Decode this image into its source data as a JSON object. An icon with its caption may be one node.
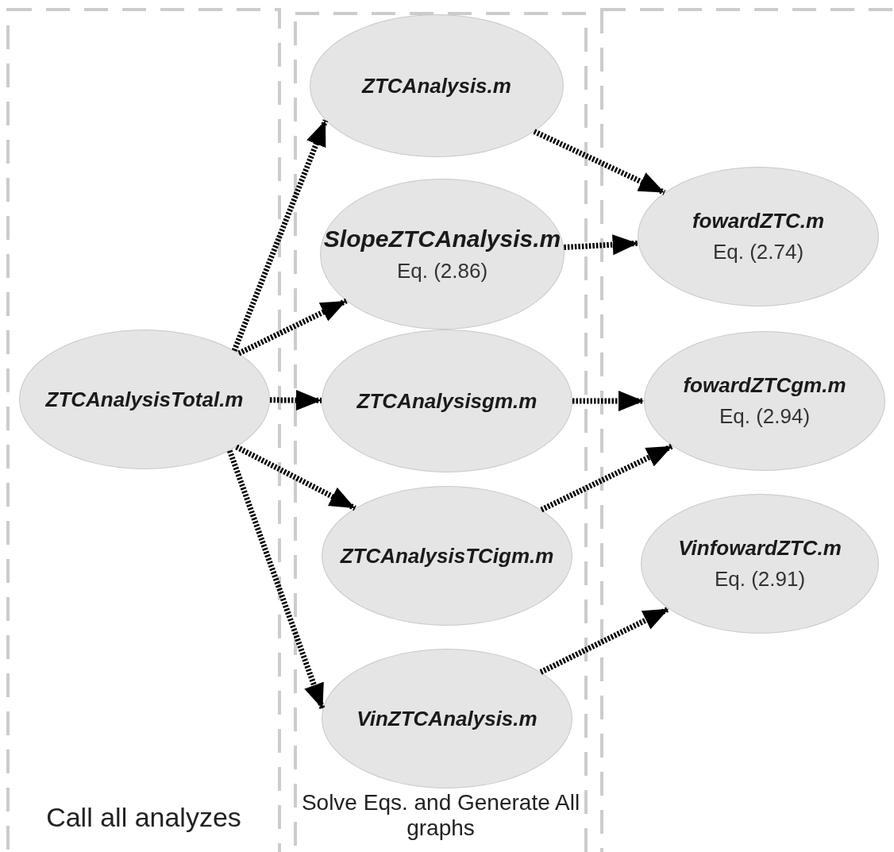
{
  "diagram": {
    "nodes": [
      {
        "text": [
          "Call all analyzes"
        ]
      },
      {
        "text": [
          "ZTCAnalysisTotal.m"
        ],
        "in": 0
      },
      {
        "text": [
          "Solve Eqs. and Generate All graphs"
        ]
      },
      {
        "text": [
          "ZTCAnalysis.m"
        ],
        "in": 2
      },
      {
        "text": [
          "SlopeZTCAnalysis.m",
          "Eq. (2.86)"
        ],
        "in": 2
      },
      {
        "text": [
          "ZTCAnalysisgm.m"
        ],
        "in": 2
      },
      {
        "text": [
          "ZTCAnalysisTCigm.m"
        ],
        "in": 2
      },
      {
        "text": [
          "VinZTCAnalysis.m"
        ],
        "in": 2
      },
      {
        "text": [],
        "shape": "box"
      },
      {
        "text": [
          "fowardZTC.m",
          "Eq. (2.74)"
        ],
        "in": 8
      },
      {
        "text": [
          "fowardZTCgm.m",
          "Eq. (2.94)"
        ],
        "in": 8
      },
      {
        "text": [
          "VinfowardZTC.m",
          "Eq. (2.91)"
        ],
        "in": 8
      }
    ],
    "edges": [
      {
        "from": 1,
        "to": 3,
        "arrow": "to"
      },
      {
        "from": 1,
        "to": 4,
        "arrow": "to"
      },
      {
        "from": 1,
        "to": 5,
        "arrow": "to"
      },
      {
        "from": 1,
        "to": 6,
        "arrow": "to"
      },
      {
        "from": 1,
        "to": 7,
        "arrow": "to"
      },
      {
        "from": 3,
        "to": 9,
        "arrow": "to"
      },
      {
        "from": 4,
        "to": 9,
        "arrow": "to"
      },
      {
        "from": 5,
        "to": 10,
        "arrow": "to"
      },
      {
        "from": 6,
        "to": 10,
        "arrow": "to"
      },
      {
        "from": 7,
        "to": 11,
        "arrow": "to"
      }
    ]
  }
}
